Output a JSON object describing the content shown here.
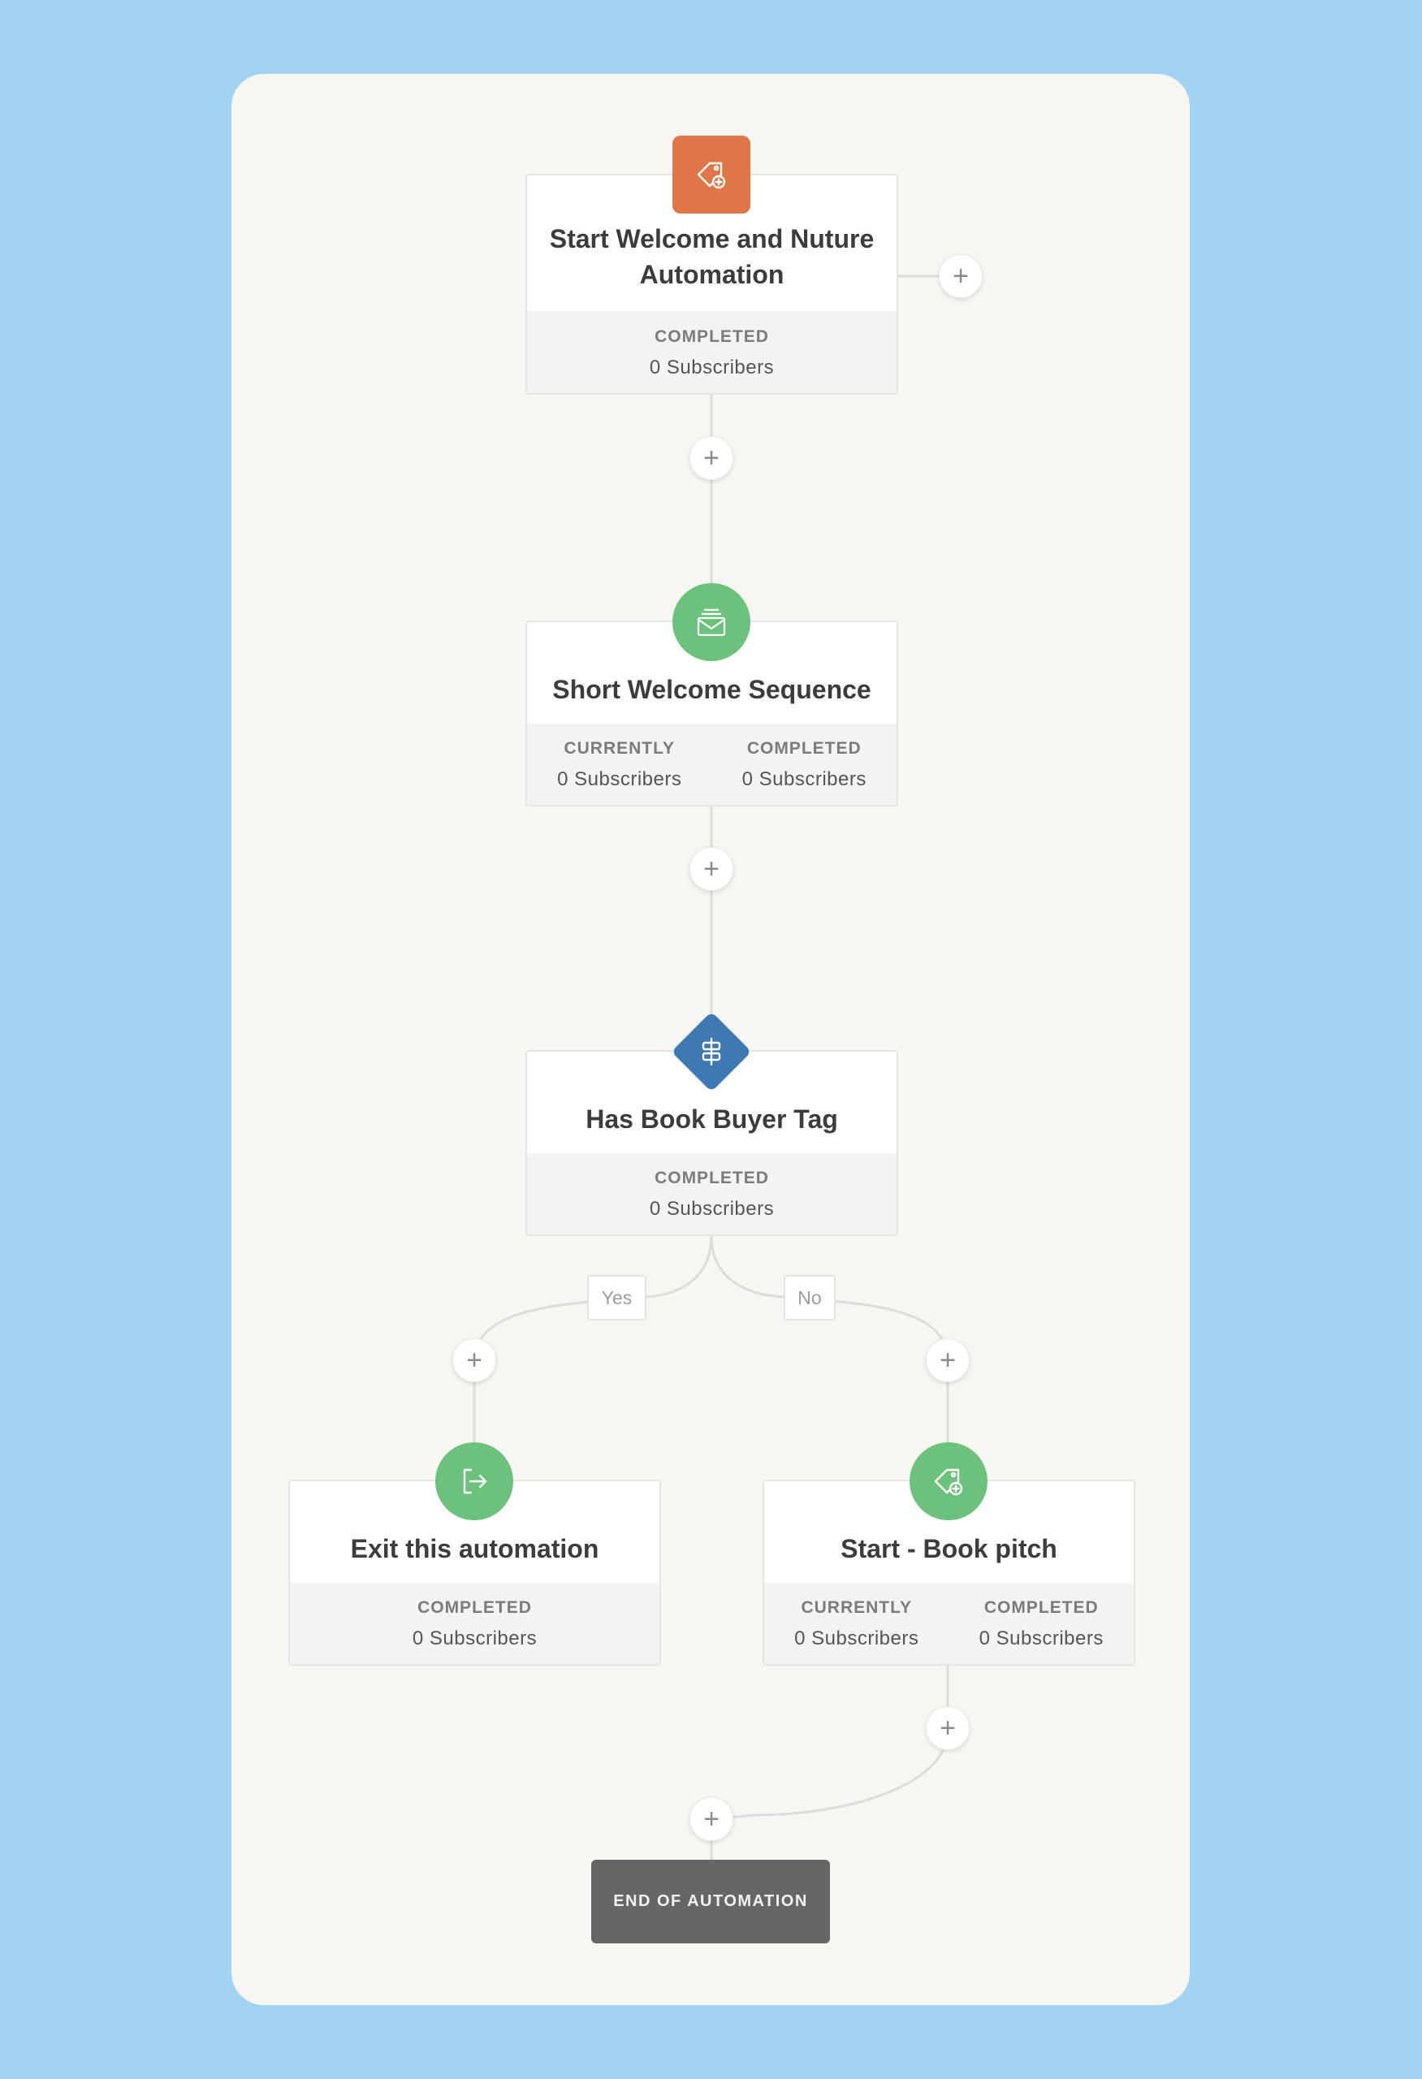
{
  "nodes": {
    "start": {
      "title": "Start Welcome and Nuture Automation",
      "stats": [
        {
          "label": "COMPLETED",
          "value": "0 Subscribers"
        }
      ]
    },
    "sequence": {
      "title": "Short Welcome Sequence",
      "stats": [
        {
          "label": "CURRENTLY",
          "value": "0 Subscribers"
        },
        {
          "label": "COMPLETED",
          "value": "0 Subscribers"
        }
      ]
    },
    "condition": {
      "title": "Has Book Buyer Tag",
      "stats": [
        {
          "label": "COMPLETED",
          "value": "0 Subscribers"
        }
      ]
    },
    "exit": {
      "title": "Exit this automation",
      "stats": [
        {
          "label": "COMPLETED",
          "value": "0 Subscribers"
        }
      ]
    },
    "book_pitch": {
      "title": "Start - Book pitch",
      "stats": [
        {
          "label": "CURRENTLY",
          "value": "0 Subscribers"
        },
        {
          "label": "COMPLETED",
          "value": "0 Subscribers"
        }
      ]
    }
  },
  "branches": {
    "yes": "Yes",
    "no": "No"
  },
  "add_step_symbol": "+",
  "end_label": "END OF AUTOMATION",
  "colors": {
    "background": "#a3d3f2",
    "canvas": "#f7f6f3",
    "trigger_badge": "#e07547",
    "action_badge": "#6cc27c",
    "condition_badge": "#3f79b4",
    "end_block": "#666666"
  },
  "icons": {
    "start": "tag-plus-icon",
    "sequence": "email-sequence-icon",
    "condition": "signpost-icon",
    "exit": "exit-icon",
    "book_pitch": "tag-plus-icon"
  }
}
